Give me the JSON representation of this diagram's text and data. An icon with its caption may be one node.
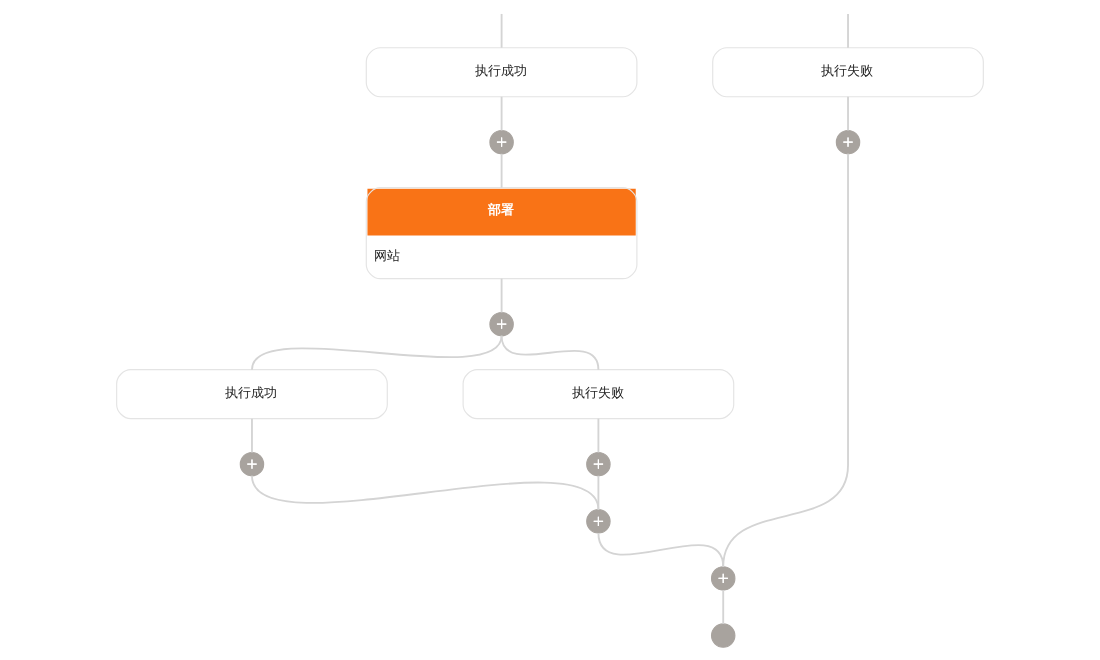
{
  "diagram": {
    "nodes": [
      {
        "text": [
          "执行成功"
        ]
      },
      {
        "text": [
          "执行失败"
        ]
      },
      {
        "text": [],
        "shape": "circle"
      },
      {
        "text": [],
        "shape": "circle"
      },
      {
        "text": [
          "部署",
          "网站"
        ]
      },
      {
        "text": [],
        "shape": "circle"
      },
      {
        "text": [
          "执行成功"
        ]
      },
      {
        "text": [
          "执行失败"
        ]
      },
      {
        "text": [],
        "shape": "circle"
      },
      {
        "text": [],
        "shape": "circle"
      },
      {
        "text": [],
        "shape": "circle"
      },
      {
        "text": [],
        "shape": "circle"
      },
      {
        "text": [],
        "shape": "circle"
      }
    ],
    "edges": [
      {
        "from": null,
        "to": 0,
        "arrow": "none"
      },
      {
        "from": null,
        "to": 1,
        "arrow": "none"
      },
      {
        "from": 0,
        "to": 2,
        "arrow": "none"
      },
      {
        "from": 2,
        "to": 4,
        "arrow": "none"
      },
      {
        "from": 1,
        "to": 3,
        "arrow": "none"
      },
      {
        "from": 4,
        "to": 5,
        "arrow": "none"
      },
      {
        "from": 5,
        "to": 6,
        "arrow": "none"
      },
      {
        "from": 5,
        "to": 7,
        "arrow": "none"
      },
      {
        "from": 6,
        "to": 8,
        "arrow": "none"
      },
      {
        "from": 7,
        "to": 9,
        "arrow": "none"
      },
      {
        "from": 8,
        "to": 10,
        "arrow": "none"
      },
      {
        "from": 9,
        "to": 10,
        "arrow": "none"
      },
      {
        "from": 10,
        "to": 11,
        "arrow": "none"
      },
      {
        "from": 3,
        "to": 11,
        "arrow": "none"
      },
      {
        "from": 11,
        "to": 12,
        "arrow": "none"
      }
    ]
  }
}
